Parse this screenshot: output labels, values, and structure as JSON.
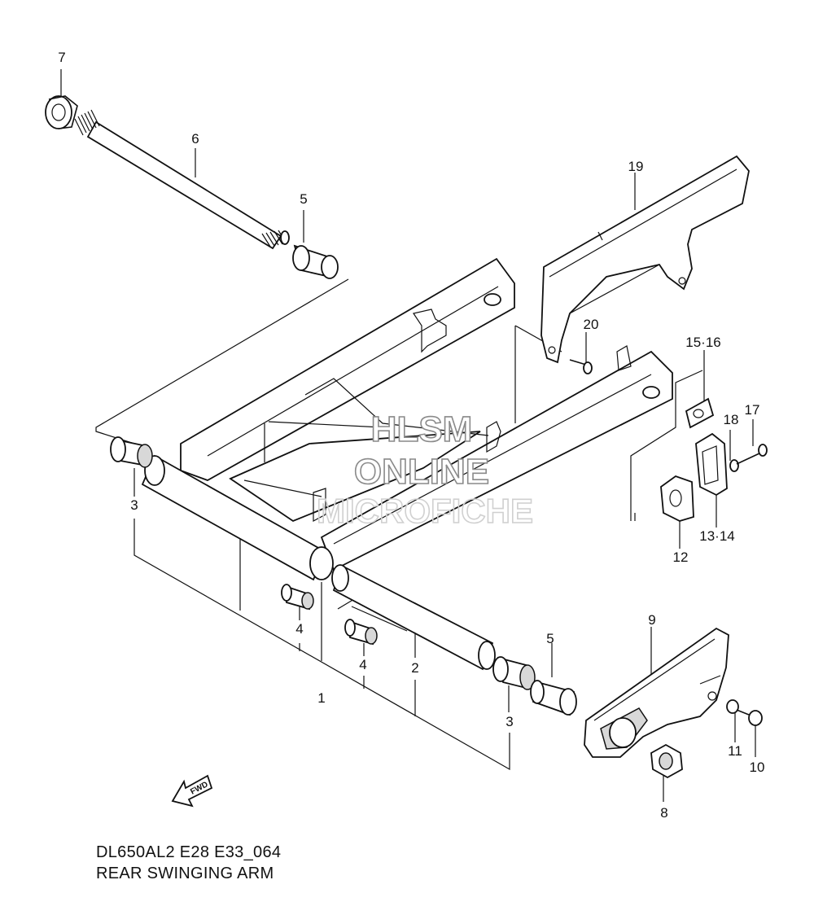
{
  "diagram": {
    "part_labels": [
      "7",
      "6",
      "5",
      "19",
      "20",
      "15·16",
      "18",
      "17",
      "3",
      "13·14",
      "12",
      "4",
      "4",
      "2",
      "1",
      "5",
      "9",
      "3",
      "11",
      "10",
      "8"
    ],
    "watermark": [
      "HLSM",
      "ONLINE",
      "MICROFICHE"
    ],
    "fwd_arrow_label": "FWD"
  },
  "caption": {
    "code": "DL650AL2 E28 E33_064",
    "title": "REAR SWINGING ARM"
  }
}
